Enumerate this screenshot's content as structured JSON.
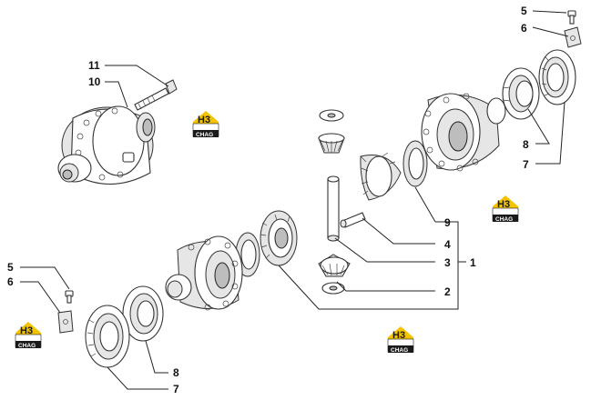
{
  "callouts": [
    {
      "id": "c5r",
      "label": "5"
    },
    {
      "id": "c6r",
      "label": "6"
    },
    {
      "id": "c11",
      "label": "11"
    },
    {
      "id": "c10",
      "label": "10"
    },
    {
      "id": "c8r",
      "label": "8"
    },
    {
      "id": "c7r",
      "label": "7"
    },
    {
      "id": "c9",
      "label": "9"
    },
    {
      "id": "c4",
      "label": "4"
    },
    {
      "id": "c3",
      "label": "3"
    },
    {
      "id": "c1",
      "label": "1"
    },
    {
      "id": "c2",
      "label": "2"
    },
    {
      "id": "c5l",
      "label": "5"
    },
    {
      "id": "c6l",
      "label": "6"
    },
    {
      "id": "c8b",
      "label": "8"
    },
    {
      "id": "c7b",
      "label": "7"
    }
  ],
  "logo": {
    "mark": "НЗ",
    "text": "CHAG",
    "accent": "#f5c400",
    "dark": "#1a1a1a"
  }
}
